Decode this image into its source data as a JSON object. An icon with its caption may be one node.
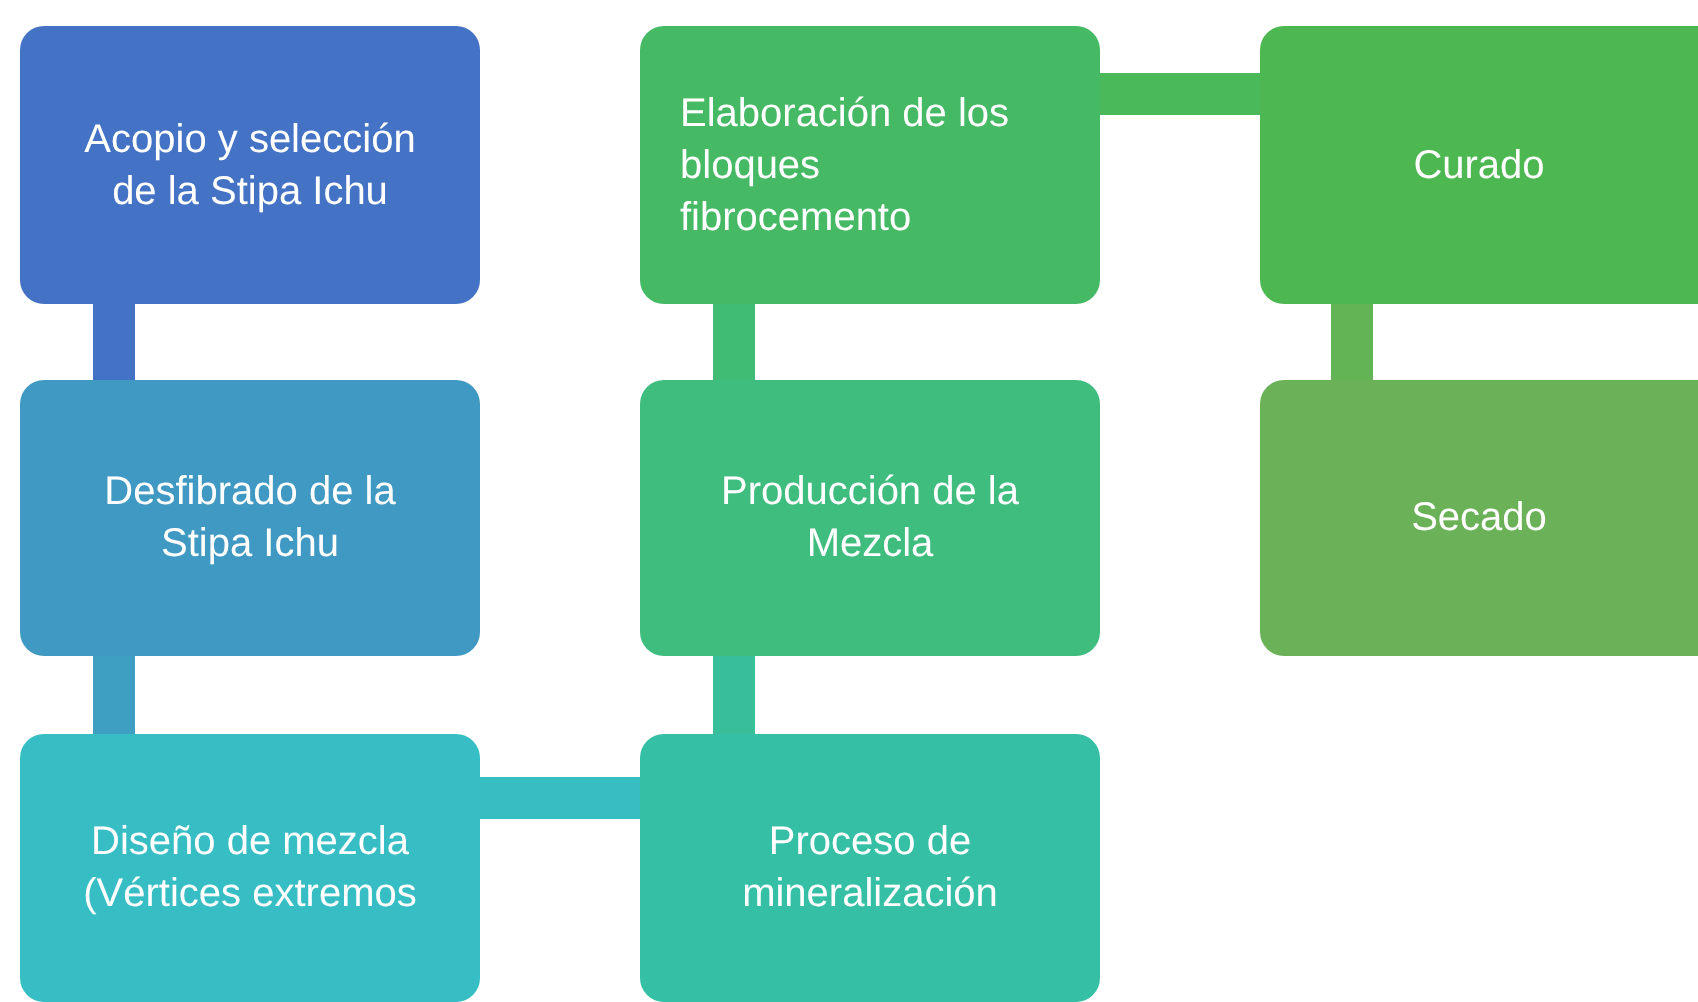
{
  "diagram": {
    "nodes": [
      {
        "text": [
          "Acopio y selección de la Stipa Ichu"
        ]
      },
      {
        "text": [
          "Desfibrado de la Stipa Ichu"
        ]
      },
      {
        "text": [
          "Diseño de mezcla (Vértices extremos"
        ]
      },
      {
        "text": [
          "Proceso de mineralización"
        ]
      },
      {
        "text": [
          "Producción de la Mezcla"
        ]
      },
      {
        "text": [
          "Elaboración de los bloques fibrocemento"
        ]
      },
      {
        "text": [
          "Curado"
        ]
      },
      {
        "text": [
          "Secado"
        ]
      }
    ],
    "edges": [
      {
        "from": 0,
        "to": 1,
        "arrow": "none",
        "color": "#4472c4"
      },
      {
        "from": 1,
        "to": 2,
        "arrow": "none",
        "color": "#3f9fc2"
      },
      {
        "from": 2,
        "to": 3,
        "arrow": "none",
        "color": "#37bec2"
      },
      {
        "from": 3,
        "to": 4,
        "arrow": "none",
        "color": "#38be98"
      },
      {
        "from": 4,
        "to": 5,
        "arrow": "none",
        "color": "#40bc74"
      },
      {
        "from": 5,
        "to": 6,
        "arrow": "none",
        "color": "#4ab95a"
      },
      {
        "from": 6,
        "to": 7,
        "arrow": "none",
        "color": "#62b454"
      }
    ]
  }
}
